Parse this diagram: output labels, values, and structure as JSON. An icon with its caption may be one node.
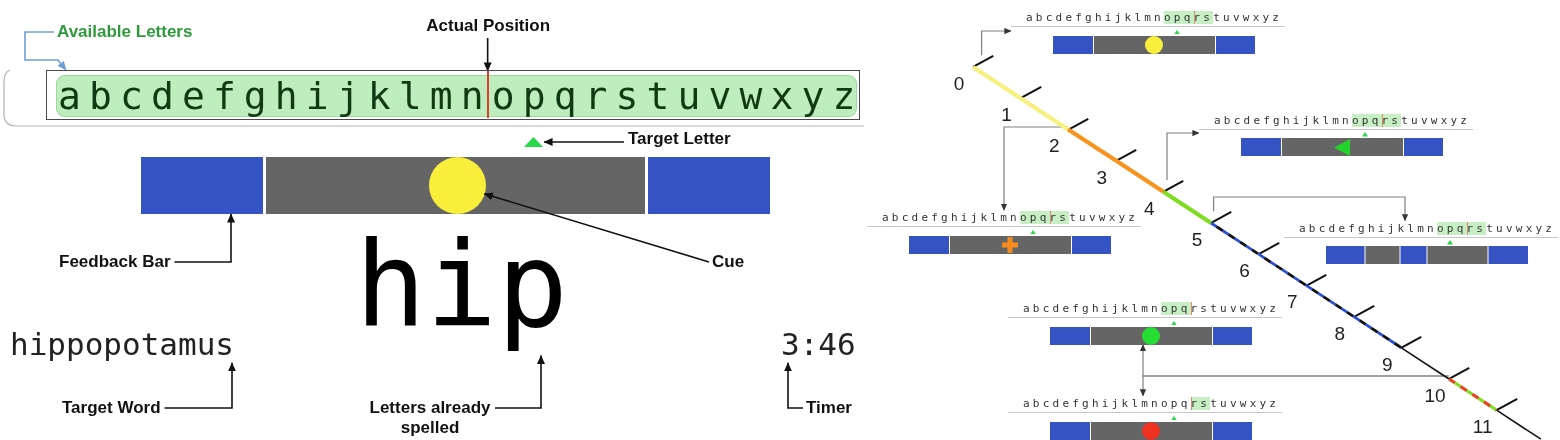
{
  "diagram": {
    "nodes": [
      {
        "text": [
          "Available Letters"
        ]
      },
      {
        "text": [
          "Actual Position"
        ]
      },
      {
        "text": [
          "abcdefghijklmnopqrstuvwxyz"
        ]
      },
      {
        "text": [],
        "shape": "bar",
        "in": 2
      },
      {
        "text": [],
        "shape": "triangle"
      },
      {
        "text": [
          "Target Letter"
        ]
      },
      {
        "text": [],
        "shape": "bar"
      },
      {
        "text": [],
        "shape": "circle",
        "in": 6
      },
      {
        "text": [
          "Feedback Bar"
        ]
      },
      {
        "text": [
          "hip"
        ]
      },
      {
        "text": [
          "Cue"
        ]
      },
      {
        "text": [
          "hippopotamus"
        ]
      },
      {
        "text": [
          "3:46"
        ]
      },
      {
        "text": [
          "Target Word"
        ]
      },
      {
        "text": [
          "Letters already spelled"
        ]
      },
      {
        "text": [
          "Timer"
        ]
      },
      {
        "text": [
          "abcdefghijklmnopqrstuvwxyz"
        ]
      },
      {
        "text": [],
        "shape": "tick",
        "beside": [
          "0"
        ]
      },
      {
        "text": [],
        "shape": "tick",
        "beside": [
          "1"
        ]
      },
      {
        "text": [
          "abcdefghijklmnopqrstuvwxyz"
        ]
      },
      {
        "text": [],
        "shape": "tick",
        "beside": [
          "2"
        ]
      },
      {
        "text": [],
        "shape": "tick",
        "beside": [
          "3"
        ]
      },
      {
        "text": [],
        "shape": "tick",
        "beside": [
          "4"
        ]
      },
      {
        "text": [
          "abcdefghijklmnopqrstuvwxyz"
        ]
      },
      {
        "text": [],
        "shape": "tick",
        "beside": [
          "5"
        ]
      },
      {
        "text": [
          "abcdefghijklmnopqrstuvwxyz"
        ]
      },
      {
        "text": [],
        "shape": "tick",
        "beside": [
          "6"
        ]
      },
      {
        "text": [],
        "shape": "tick",
        "beside": [
          "7"
        ]
      },
      {
        "text": [
          "abcdefghijklmnopqrstuvwxyz"
        ]
      },
      {
        "text": [],
        "shape": "tick",
        "beside": [
          "8"
        ]
      },
      {
        "text": [],
        "shape": "tick",
        "beside": [
          "9"
        ]
      },
      {
        "text": [],
        "shape": "tick",
        "beside": [
          "10"
        ]
      },
      {
        "text": [
          "abcdefghijklmnopqrstuvwxyz"
        ]
      },
      {
        "text": [],
        "shape": "tick",
        "beside": [
          "11"
        ]
      }
    ],
    "edges": [
      {
        "from": 0,
        "to": 2,
        "arrow": "to",
        "color": "#6d9ed6"
      },
      {
        "from": 1,
        "to": 3,
        "arrow": "to"
      },
      {
        "from": 5,
        "to": 4,
        "arrow": "to"
      },
      {
        "from": 8,
        "to": 6,
        "arrow": "to"
      },
      {
        "from": 10,
        "to": 7,
        "arrow": "to"
      },
      {
        "from": 13,
        "to": 11,
        "arrow": "to"
      },
      {
        "from": 14,
        "to": 9,
        "arrow": "to"
      },
      {
        "from": 15,
        "to": 12,
        "arrow": "to"
      },
      {
        "from": 17,
        "to": 16,
        "arrow": "to",
        "color": "#808080"
      },
      {
        "from": 20,
        "to": 23,
        "arrow": "to",
        "color": "#808080"
      },
      {
        "from": 22,
        "to": 19,
        "arrow": "to",
        "color": "#808080"
      },
      {
        "from": 24,
        "to": 25,
        "arrow": "to",
        "color": "#808080"
      },
      {
        "from": 31,
        "to": 28,
        "arrow": "to",
        "color": "#808080"
      },
      {
        "from": 31,
        "to": 32,
        "arrow": "to",
        "color": "#808080"
      },
      {
        "from": 17,
        "to": 18,
        "arrow": "none",
        "style": "thick",
        "color": "#f6f07c"
      },
      {
        "from": 18,
        "to": 20,
        "arrow": "none",
        "style": "thick",
        "color": "#f6f07c"
      },
      {
        "from": 20,
        "to": 21,
        "arrow": "none",
        "style": "thick",
        "color": "#f7941f"
      },
      {
        "from": 21,
        "to": 22,
        "arrow": "none",
        "style": "thick",
        "color": "#f7941f"
      },
      {
        "from": 22,
        "to": 24,
        "arrow": "none",
        "style": "thick",
        "color": "#80dd24"
      },
      {
        "from": 24,
        "to": 26,
        "arrow": "none",
        "style": "dashed",
        "color": "#2b4fd0"
      },
      {
        "from": 26,
        "to": 27,
        "arrow": "none",
        "style": "dashed",
        "color": "#2b4fd0"
      },
      {
        "from": 27,
        "to": 29,
        "arrow": "none",
        "style": "dashed",
        "color": "#2b4fd0"
      },
      {
        "from": 29,
        "to": 30,
        "arrow": "none",
        "style": "dashed",
        "color": "#2b4fd0"
      },
      {
        "from": 30,
        "to": 31,
        "arrow": "none"
      },
      {
        "from": 31,
        "to": 33,
        "arrow": "none",
        "style": "dashed",
        "color": "#e8431e"
      },
      {
        "from": 33,
        "to": null,
        "arrow": "none"
      }
    ]
  }
}
